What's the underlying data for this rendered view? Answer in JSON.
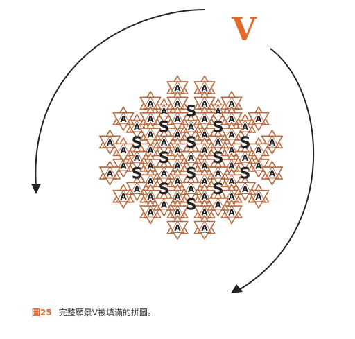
{
  "figure": {
    "big_label": "V",
    "triangle_label": "A",
    "hexagon_label": "S",
    "hexagons": [
      [
        1,
        -5
      ],
      [
        -1,
        -3
      ],
      [
        3,
        -3
      ],
      [
        -3,
        -1
      ],
      [
        1,
        -1
      ],
      [
        5,
        -1
      ],
      [
        -1,
        1
      ],
      [
        3,
        1
      ],
      [
        -3,
        3
      ],
      [
        1,
        3
      ],
      [
        5,
        3
      ],
      [
        -1,
        5
      ],
      [
        3,
        5
      ],
      [
        1,
        7
      ]
    ],
    "colors": {
      "star_outline": "#b8693e",
      "star_fill": "#ffffff",
      "label_text": "#222222",
      "big_label": "#e06b2e",
      "arrow": "#222222"
    }
  },
  "caption": {
    "label": "圖25",
    "text": "完整願景V被填滿的拼圖。"
  }
}
